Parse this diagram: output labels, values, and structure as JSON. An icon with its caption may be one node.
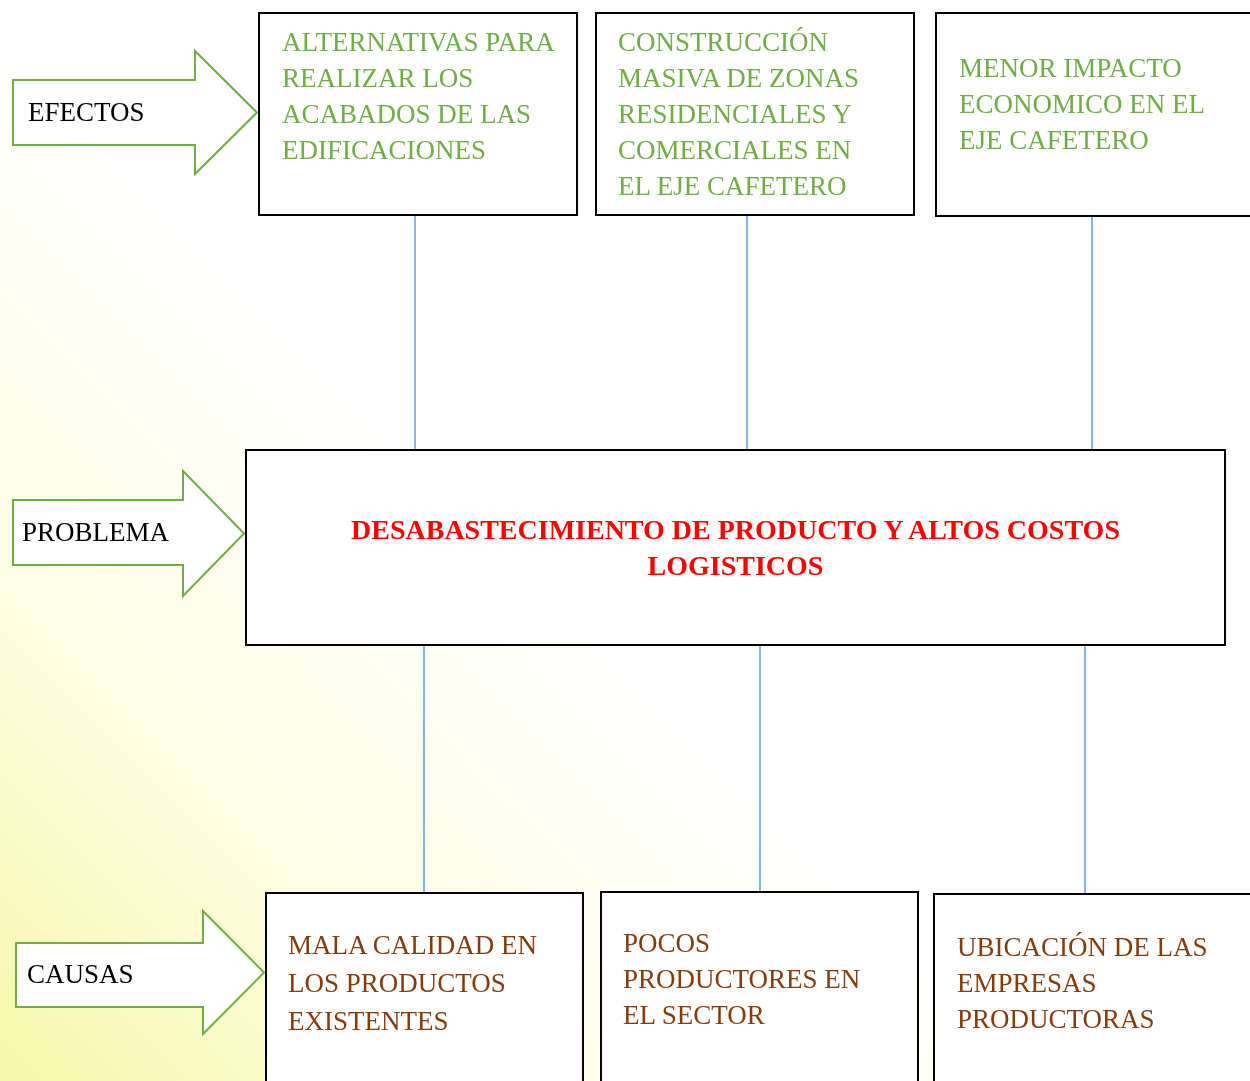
{
  "diagram": {
    "nodes": [
      {
        "text": [
          "EFECTOS"
        ]
      },
      {
        "text": [
          "ALTERNATIVAS PARA REALIZAR LOS ACABADOS DE LAS EDIFICACIONES"
        ]
      },
      {
        "text": [
          "CONSTRUCCIÓN MASIVA DE ZONAS RESIDENCIALES Y COMERCIALES EN EL EJE CAFETERO"
        ]
      },
      {
        "text": [
          "MENOR IMPACTO ECONOMICO EN EL EJE CAFETERO"
        ]
      },
      {
        "text": [
          "PROBLEMA"
        ]
      },
      {
        "text": [
          "DESABASTECIMIENTO DE PRODUCTO Y ALTOS COSTOS LOGISTICOS"
        ]
      },
      {
        "text": [
          "CAUSAS"
        ]
      },
      {
        "text": [
          "MALA CALIDAD EN LOS PRODUCTOS EXISTENTES"
        ]
      },
      {
        "text": [
          "POCOS PRODUCTORES EN EL SECTOR"
        ]
      },
      {
        "text": [
          "UBICACIÓN DE LAS EMPRESAS PRODUCTORAS"
        ]
      }
    ],
    "edges": [
      {
        "from": 1,
        "to": 5,
        "arrow": "none"
      },
      {
        "from": 2,
        "to": 5,
        "arrow": "none"
      },
      {
        "from": 3,
        "to": 5,
        "arrow": "none"
      },
      {
        "from": 5,
        "to": 7,
        "arrow": "none"
      },
      {
        "from": 5,
        "to": 8,
        "arrow": "none"
      },
      {
        "from": 5,
        "to": 9,
        "arrow": "none"
      }
    ]
  }
}
